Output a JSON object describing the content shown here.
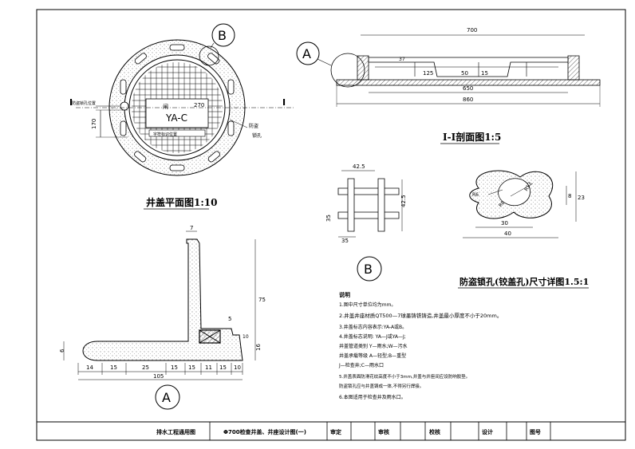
{
  "plan_view": {
    "caption": "井盖平面图1:10",
    "cover_code": "YA-C",
    "cover_mark": "闸",
    "dim_270": "270",
    "dim_170": "170",
    "section_mark": "I",
    "detail_callout": "B",
    "note_left": "防盗锁孔位置",
    "note_right_1": "防盗",
    "note_right_2": "锁孔",
    "note_bottom": "字符标识位置"
  },
  "section_view": {
    "caption": "I-I剖面图1:5",
    "detail_callout": "A",
    "dims": {
      "d700": "700",
      "d650": "650",
      "d860": "860",
      "d125": "125",
      "d50": "50",
      "d15": "15",
      "d37": "37"
    }
  },
  "grid_detail": {
    "dims": {
      "d425": "42.5",
      "d425v": "42.5",
      "d35": "35",
      "d35b": "35"
    }
  },
  "lock_detail": {
    "caption": "防盗锁孔(铰盖孔)尺寸详图1.5:1",
    "dims": {
      "r6": "R6",
      "r8": "R8",
      "r13": "R13",
      "d8": "8",
      "d23": "23",
      "d30": "30",
      "d40": "40"
    }
  },
  "callout_b_label": "B",
  "detail_a": {
    "callout": "A",
    "dims": {
      "d7": "7",
      "d75": "75",
      "d5": "5",
      "d16": "16",
      "d10b": "10",
      "d6": "6"
    },
    "bottom_dims": [
      "14",
      "15",
      "25",
      "15",
      "15",
      "11",
      "15",
      "10"
    ],
    "total": "105"
  },
  "notes": {
    "title": "说明",
    "lines": [
      "1.图中尺寸单位均为mm。",
      "2.井盖井座材质QT500—7球墨铸铁铸造,井盖最小厚度不小于20mm。",
      "3.井盖标志内容表示:YA-A或B。",
      "4.井盖标志说明:   YA—J或YA—J;",
      "   井盖管道类别     Y—雨水;W—污水",
      "   井盖承载等级     A—轻型;B—重型",
      "                    J—检查井;C—雨水口",
      "5.井盖表面防滑花纹高度不小于3mm,井盖与井座间应设防响胶垫。",
      "   防盗锁孔应与井盖铸成一体,不得另行焊接。",
      "6.本图适用于检查井及雨水口。"
    ]
  },
  "title_block": {
    "cells": [
      "排水工程通用图",
      "Φ700检查井盖、井座设计图(一)",
      "审定",
      "审核",
      "校核",
      "设计",
      "图号"
    ]
  }
}
